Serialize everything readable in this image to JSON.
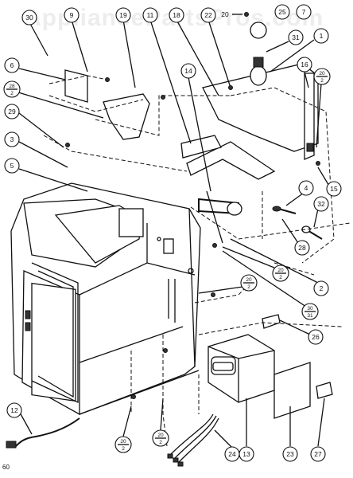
{
  "watermark": "AppliancePartsPros.com",
  "page_number": "60",
  "callouts": [
    {
      "id": "c30",
      "text": "30"
    },
    {
      "id": "c9",
      "text": "9"
    },
    {
      "id": "c19",
      "text": "19"
    },
    {
      "id": "c11",
      "text": "11"
    },
    {
      "id": "c18",
      "text": "18"
    },
    {
      "id": "c22",
      "text": "22"
    },
    {
      "id": "c20t",
      "text": "20"
    },
    {
      "id": "c25",
      "text": "25"
    },
    {
      "id": "c7",
      "text": "7"
    },
    {
      "id": "c31",
      "text": "31"
    },
    {
      "id": "c1",
      "text": "1"
    },
    {
      "id": "c6",
      "text": "6"
    },
    {
      "id": "c29",
      "text": "29"
    },
    {
      "id": "c3",
      "text": "3"
    },
    {
      "id": "c5",
      "text": "5"
    },
    {
      "id": "c14",
      "text": "14"
    },
    {
      "id": "c16",
      "text": "16"
    },
    {
      "id": "c15",
      "text": "15"
    },
    {
      "id": "c4",
      "text": "4"
    },
    {
      "id": "c32",
      "text": "32"
    },
    {
      "id": "c28",
      "text": "28"
    },
    {
      "id": "c2",
      "text": "2"
    },
    {
      "id": "c26",
      "text": "26"
    },
    {
      "id": "c12",
      "text": "12"
    },
    {
      "id": "c13",
      "text": "13"
    },
    {
      "id": "c23",
      "text": "23"
    },
    {
      "id": "c27",
      "text": "27"
    },
    {
      "id": "c24",
      "text": "24"
    }
  ],
  "fractions": [
    {
      "id": "f28_2",
      "num": "28",
      "den": "2"
    },
    {
      "id": "f20_2r",
      "num": "20",
      "den": "2"
    },
    {
      "id": "f20_2a",
      "num": "20",
      "den": "2"
    },
    {
      "id": "f20_2b",
      "num": "20",
      "den": "2"
    },
    {
      "id": "f30_31",
      "num": "30",
      "den": "31"
    },
    {
      "id": "f20_2c",
      "num": "20",
      "den": "2"
    },
    {
      "id": "f20_2d",
      "num": "20",
      "den": "2"
    }
  ]
}
